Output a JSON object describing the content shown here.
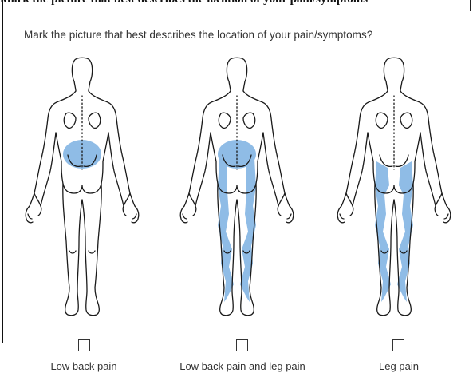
{
  "header_fragment": "Mark the picture that best describes the location of your pain/symptoms",
  "question": "Mark the picture that best describes the location of your pain/symptoms?",
  "highlight_color": "#8fbce6",
  "options": [
    {
      "label": "Low back pain",
      "checked": false
    },
    {
      "label": "Low back pain and leg pain",
      "checked": false
    },
    {
      "label": "Leg pain",
      "checked": false
    }
  ]
}
